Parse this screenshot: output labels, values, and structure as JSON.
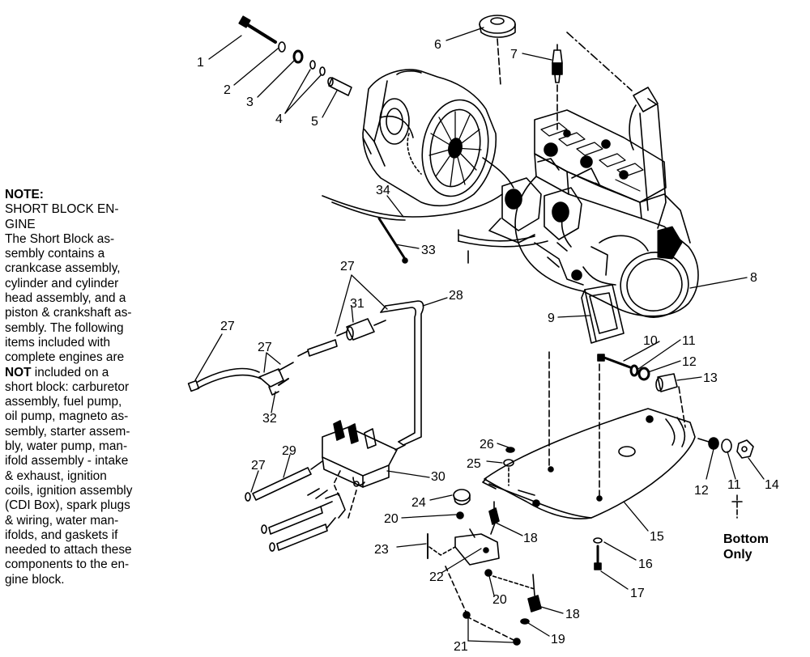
{
  "note": {
    "heading": "NOTE:",
    "lines": [
      {
        "t": "SHORT BLOCK EN-"
      },
      {
        "t": "GINE"
      },
      {
        "t": "The Short Block as-"
      },
      {
        "t": "sembly contains a"
      },
      {
        "t": "crankcase assembly,"
      },
      {
        "t": "cylinder and cylinder"
      },
      {
        "t": "head assembly, and a"
      },
      {
        "t": "piston & crankshaft as-"
      },
      {
        "t": "sembly.  The following"
      },
      {
        "t": "items included with"
      },
      {
        "t": "complete engines are"
      },
      {
        "b": "NOT",
        "t": " included on a"
      },
      {
        "t": "short block:  carburetor"
      },
      {
        "t": "assembly, fuel pump,"
      },
      {
        "t": "oil pump, magneto as-"
      },
      {
        "t": "sembly, starter assem-"
      },
      {
        "t": "bly, water pump, man-"
      },
      {
        "t": "ifold assembly - intake"
      },
      {
        "t": "& exhaust, ignition"
      },
      {
        "t": "coils, ignition assembly"
      },
      {
        "t": "(CDI Box), spark plugs"
      },
      {
        "t": "& wiring, water man-"
      },
      {
        "t": "ifolds, and gaskets if"
      },
      {
        "t": "needed to attach these"
      },
      {
        "t": "components to the en-"
      },
      {
        "t": "gine block."
      }
    ]
  },
  "bottom_note": {
    "line1": "Bottom",
    "line2": "Only"
  },
  "callouts": [
    "1",
    "2",
    "3",
    "4",
    "5",
    "6",
    "7",
    "8",
    "9",
    "10",
    "11",
    "12",
    "13",
    "14",
    "15",
    "16",
    "17",
    "18",
    "19",
    "20",
    "21",
    "22",
    "23",
    "24",
    "25",
    "26",
    "27",
    "28",
    "29",
    "30",
    "31",
    "32",
    "33",
    "34"
  ],
  "labels": [
    {
      "n": "1"
    },
    {
      "n": "2"
    },
    {
      "n": "3"
    },
    {
      "n": "4"
    },
    {
      "n": "5"
    },
    {
      "n": "6"
    },
    {
      "n": "7"
    },
    {
      "n": "8"
    },
    {
      "n": "9"
    },
    {
      "n": "10"
    },
    {
      "n": "11"
    },
    {
      "n": "12"
    },
    {
      "n": "13"
    },
    {
      "n": "12"
    },
    {
      "n": "11"
    },
    {
      "n": "14"
    },
    {
      "n": "15"
    },
    {
      "n": "16"
    },
    {
      "n": "17"
    },
    {
      "n": "26"
    },
    {
      "n": "25"
    },
    {
      "n": "24"
    },
    {
      "n": "20"
    },
    {
      "n": "18"
    },
    {
      "n": "23"
    },
    {
      "n": "22"
    },
    {
      "n": "20"
    },
    {
      "n": "18"
    },
    {
      "n": "19"
    },
    {
      "n": "21"
    },
    {
      "n": "27"
    },
    {
      "n": "27"
    },
    {
      "n": "27"
    },
    {
      "n": "27"
    },
    {
      "n": "28"
    },
    {
      "n": "29"
    },
    {
      "n": "30"
    },
    {
      "n": "31"
    },
    {
      "n": "32"
    },
    {
      "n": "33"
    },
    {
      "n": "34"
    }
  ]
}
